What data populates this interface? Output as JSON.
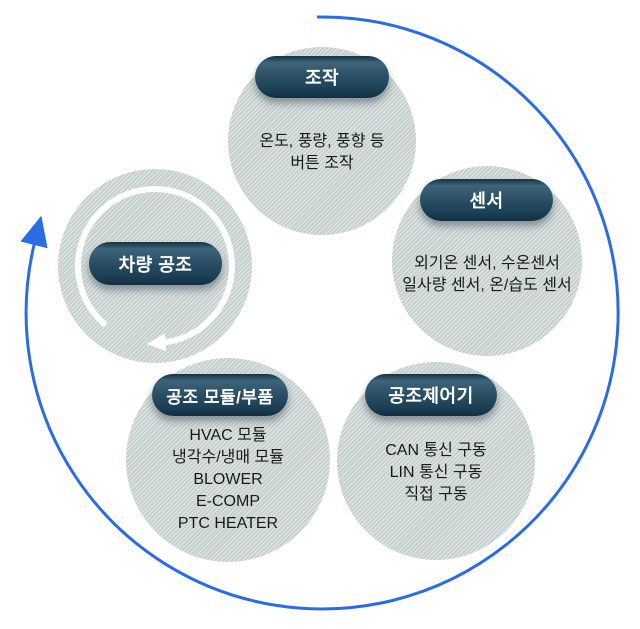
{
  "cycle": {
    "hub": {
      "label": "차량 공조"
    },
    "steps": [
      {
        "id": "operation",
        "label": "조작",
        "lines": [
          "온도, 풍량, 풍향 등",
          "버튼 조작"
        ]
      },
      {
        "id": "sensor",
        "label": "센서",
        "lines": [
          "외기온 센서, 수온센서",
          "일사량 센서, 온/습도 센서"
        ]
      },
      {
        "id": "controller",
        "label": "공조제어기",
        "lines": [
          "CAN 통신 구동",
          "LIN 통신 구동",
          "직접 구동"
        ]
      },
      {
        "id": "module",
        "label": "공조 모듈/부품",
        "lines": [
          "HVAC 모듈",
          "냉각수/냉매 모듈",
          "BLOWER",
          "E-COMP",
          "PTC HEATER"
        ]
      }
    ],
    "icons": {
      "outer_arrow": "cycle-clockwise-arrow-icon",
      "hub_arrow": "rotation-arrow-icon"
    },
    "colors": {
      "arrow_blue": "#2b6ce4",
      "pill_dark": "#1c4156",
      "bubble_fill": "#c6d0cf",
      "text": "#1a1a1a",
      "pill_text": "#ffffff",
      "hub_arrow_white": "#ffffff"
    }
  }
}
